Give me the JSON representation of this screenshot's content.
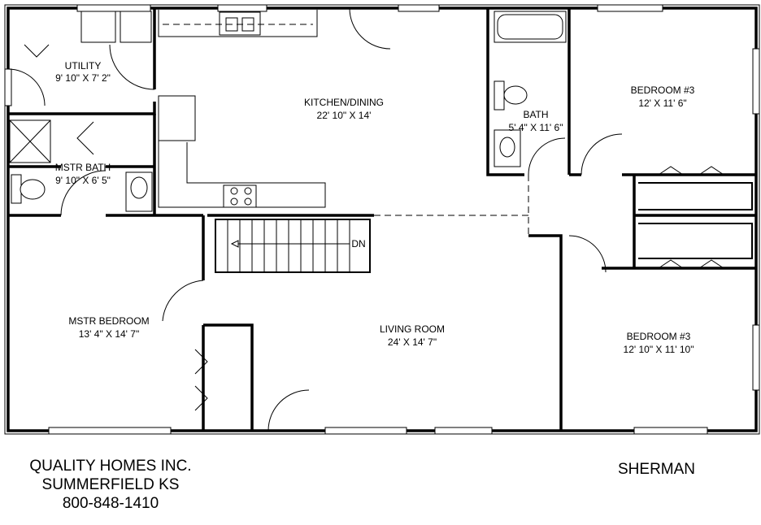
{
  "rooms": {
    "utility": {
      "name": "UTILITY",
      "size": "9' 10\" X 7' 2\""
    },
    "kitchen": {
      "name": "KITCHEN/DINING",
      "size": "22' 10\" X 14'"
    },
    "bath": {
      "name": "BATH",
      "size": "5' 4\" X 11' 6\""
    },
    "bedroom_upper": {
      "name": "BEDROOM #3",
      "size": "12' X 11' 6\""
    },
    "master_bath": {
      "name": "MSTR BATH",
      "size": "9' 10\" X 6' 5\""
    },
    "master_bedroom": {
      "name": "MSTR BEDROOM",
      "size": "13' 4\" X 14' 7\""
    },
    "living": {
      "name": "LIVING ROOM",
      "size": "24' X 14' 7\""
    },
    "bedroom_lower": {
      "name": "BEDROOM #3",
      "size": "12' 10\" X 11' 10\""
    }
  },
  "stairs": {
    "label": "DN"
  },
  "company": {
    "name": "QUALITY HOMES INC.",
    "location": "SUMMERFIELD  KS",
    "phone": "800-848-1410"
  },
  "plan_name": "SHERMAN"
}
